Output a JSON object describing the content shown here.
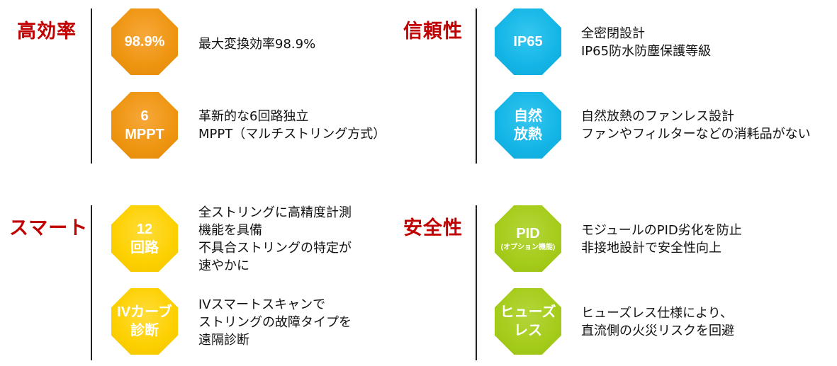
{
  "sections": [
    {
      "heading": "高効率",
      "items": [
        {
          "badge": [
            "98.9%"
          ],
          "badge_sub": "",
          "color": "#ee9410",
          "desc": [
            "最大変換効率98.9%"
          ]
        },
        {
          "badge": [
            "6",
            "MPPT"
          ],
          "badge_sub": "",
          "color": "#ee9410",
          "desc": [
            "革新的な6回路独立",
            "MPPT（マルチストリング方式）"
          ]
        }
      ]
    },
    {
      "heading": "信頼性",
      "items": [
        {
          "badge": [
            "IP65"
          ],
          "badge_sub": "",
          "color": "#13b5e6",
          "desc": [
            "全密閉設計",
            "IP65防水防塵保護等級"
          ]
        },
        {
          "badge": [
            "自然",
            "放熱"
          ],
          "badge_sub": "",
          "color": "#13b5e6",
          "desc": [
            "自然放熱のファンレス設計",
            "ファンやフィルターなどの消耗品がない"
          ]
        }
      ]
    },
    {
      "heading": "スマート",
      "items": [
        {
          "badge": [
            "12",
            "回路"
          ],
          "badge_sub": "",
          "color": "#fdd000",
          "desc": [
            "全ストリングに高精度計測",
            "機能を具備",
            "不具合ストリングの特定が",
            "速やかに"
          ]
        },
        {
          "badge": [
            "IVカーブ",
            "診断"
          ],
          "badge_sub": "",
          "color": "#fdd000",
          "desc": [
            "IVスマートスキャンで",
            "ストリングの故障タイプを",
            "遠隔診断"
          ]
        }
      ]
    },
    {
      "heading": "安全性",
      "items": [
        {
          "badge": [
            "PID"
          ],
          "badge_sub": "(オプション機能)",
          "color": "#a5cc1a",
          "desc": [
            "モジュールのPID劣化を防止",
            "非接地設計で安全性向上"
          ]
        },
        {
          "badge": [
            "ヒューズ",
            "レス"
          ],
          "badge_sub": "",
          "color": "#a5cc1a",
          "desc": [
            "ヒューズレス仕様により、",
            "直流側の火災リスクを回避"
          ]
        }
      ]
    }
  ]
}
